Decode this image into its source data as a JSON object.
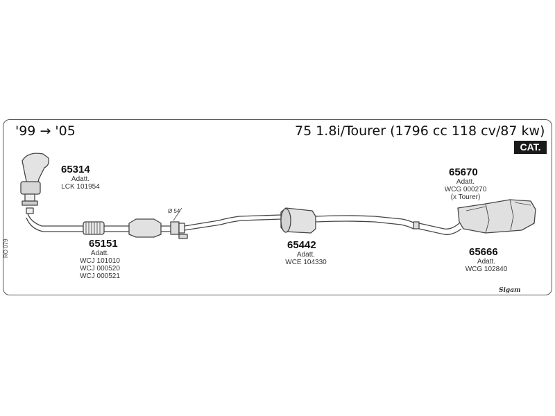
{
  "header": {
    "years": "'99 → '05",
    "model": "75 1.8i/Tourer (1796 cc 118 cv/87 kw)",
    "badge": "CAT."
  },
  "parts": {
    "p65314": {
      "code": "65314",
      "line1": "Adatt.",
      "line2": "LCK 101954"
    },
    "p65151": {
      "code": "65151",
      "line1": "Adatt.",
      "line2": "WCJ 101010",
      "line3": "WCJ 000520",
      "line4": "WCJ 000521"
    },
    "p65442": {
      "code": "65442",
      "line1": "Adatt.",
      "line2": "WCE 104330"
    },
    "p65670": {
      "code": "65670",
      "line1": "Adatt.",
      "line2": "WCG 000270",
      "line3": "(x Tourer)"
    },
    "p65666": {
      "code": "65666",
      "line1": "Adatt.",
      "line2": "WCG 102840"
    }
  },
  "diameter": "Ø 54",
  "side_label": "RO 079",
  "brand": "Sigam",
  "icons": [
    "exhaust-manifold-icon",
    "catalytic-converter-icon",
    "middle-silencer-icon",
    "rear-silencer-icon",
    "clamp-icon"
  ]
}
